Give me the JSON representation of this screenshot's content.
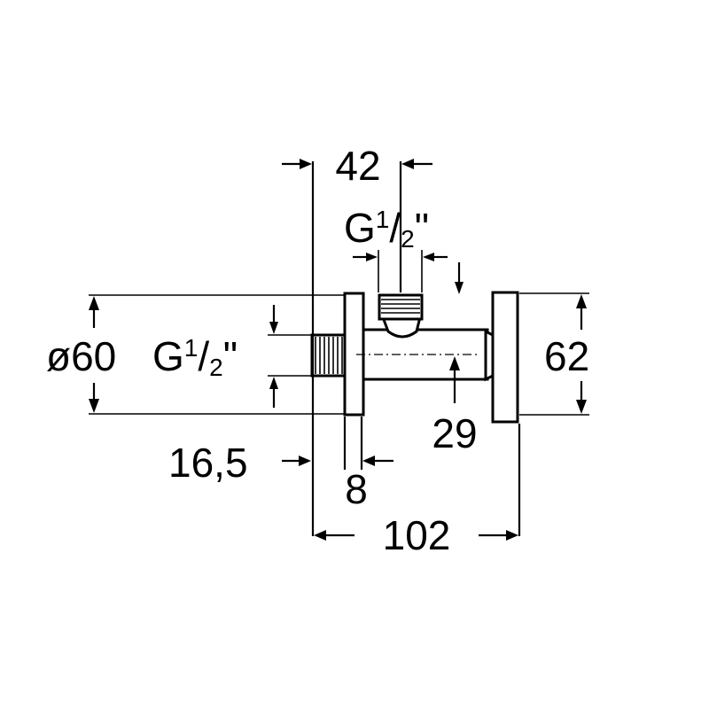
{
  "dimensions": {
    "top_width": "42",
    "top_thread": {
      "base": "G",
      "num": "1",
      "den": "2",
      "suffix": "\""
    },
    "inlet_diameter": "ø60",
    "inlet_thread": {
      "base": "G",
      "num": "1",
      "den": "2",
      "suffix": "\""
    },
    "flange_thickness": "16,5",
    "wall_plate": "8",
    "overall_length": "102",
    "axis_offset": "29",
    "handle_height": "62"
  }
}
